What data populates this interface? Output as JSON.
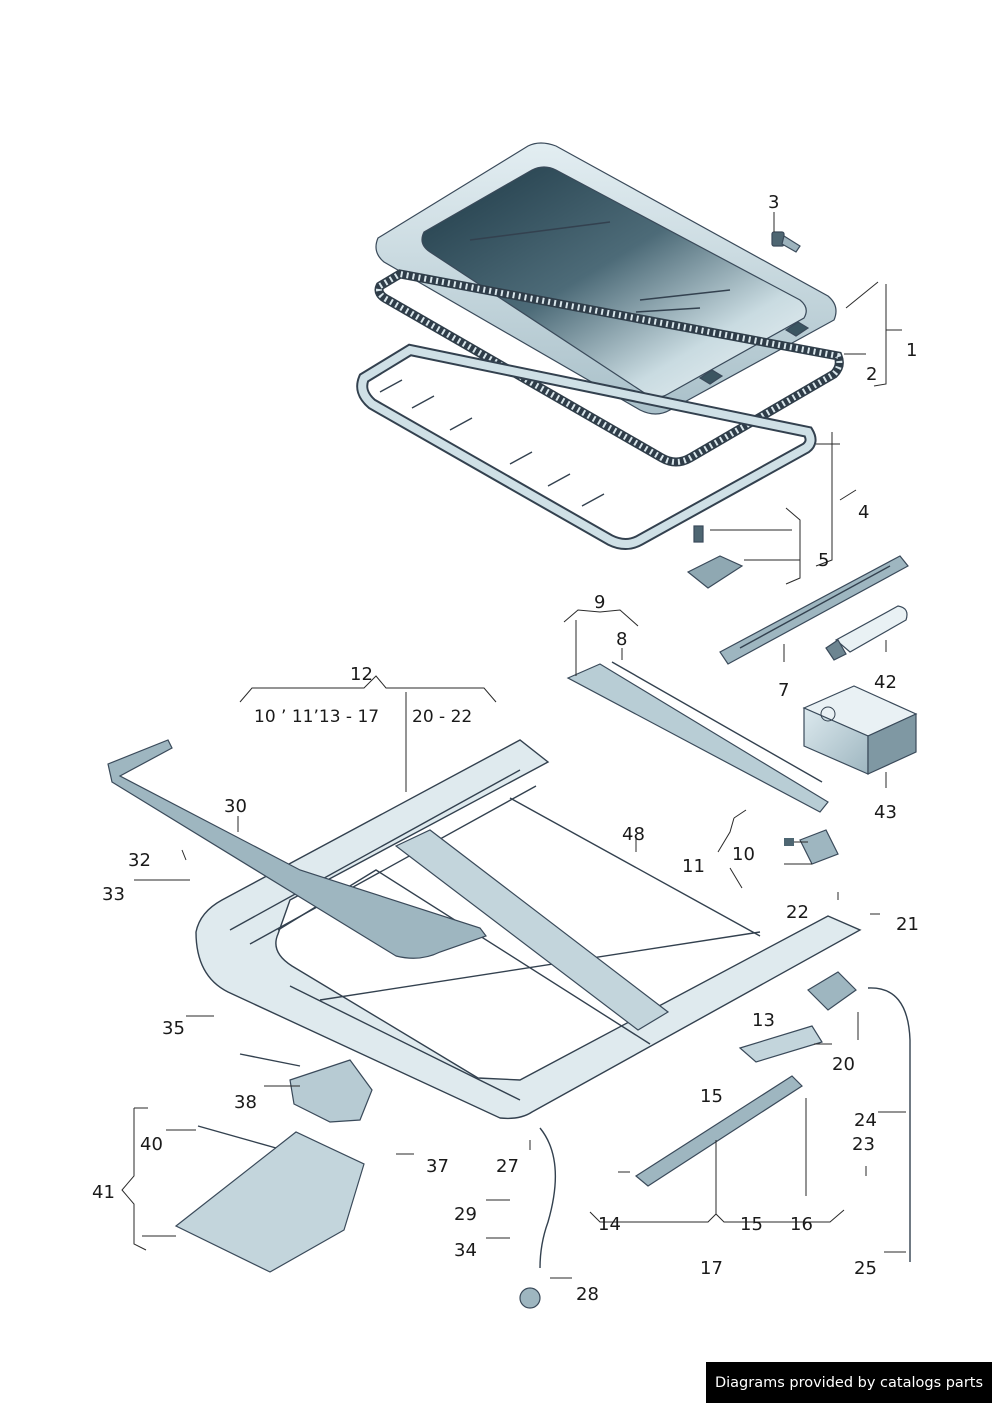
{
  "callouts": {
    "c1": "1",
    "c2": "2",
    "c3": "3",
    "c4": "4",
    "c5": "5",
    "c7": "7",
    "c8": "8",
    "c9": "9",
    "c10": "10",
    "c11": "11",
    "c12": "12",
    "c13": "13",
    "c14": "14",
    "c15a": "15",
    "c15b": "15",
    "c16": "16",
    "c17": "17",
    "c20": "20",
    "c21": "21",
    "c22": "22",
    "c23": "23",
    "c24": "24",
    "c25": "25",
    "c27": "27",
    "c28": "28",
    "c29": "29",
    "c30": "30",
    "c32": "32",
    "c33": "33",
    "c34": "34",
    "c35": "35",
    "c37": "37",
    "c38": "38",
    "c40": "40",
    "c41": "41",
    "c42": "42",
    "c43": "43",
    "c48": "48"
  },
  "ranges": {
    "r12_left": "10 ’ 11’13 - 17",
    "r12_right": "20 - 22"
  },
  "credit": "Diagrams provided by catalogs parts",
  "colors": {
    "glass_dark": "#24424f",
    "glass_light": "#e9f1f4",
    "frame": "#cfe0e6",
    "frame_dark": "#9fb7c1",
    "line": "#33414f",
    "text": "#1a1a1a"
  }
}
